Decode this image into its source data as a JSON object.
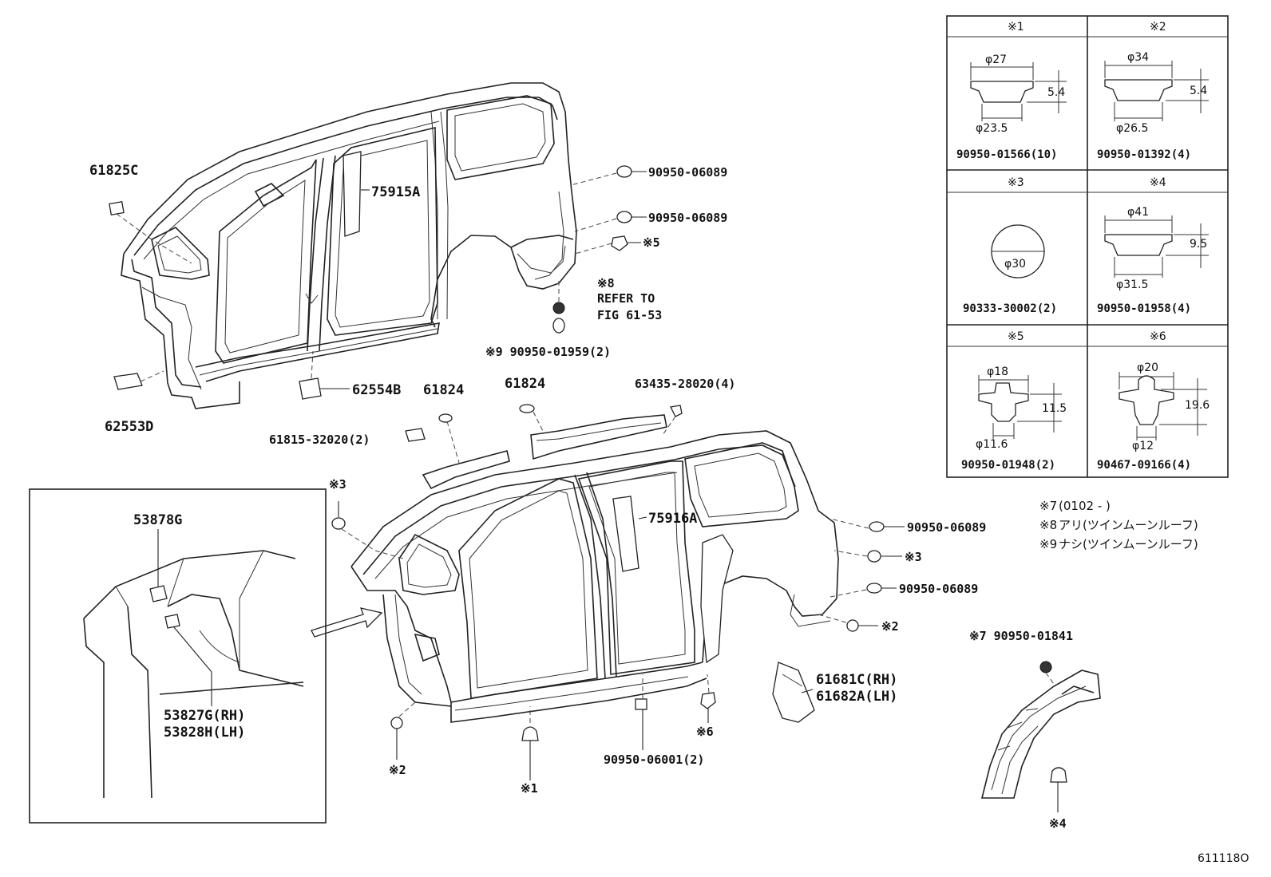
{
  "labels": {
    "p61825c": "61825C",
    "p75915a": "75915A",
    "p62553d": "62553D",
    "p62554b": "62554B",
    "p61824a": "61824",
    "p61824b": "61824",
    "p63435": "63435-28020(4)",
    "p61815": "61815-32020(2)",
    "p90950_06089_a": "90950-06089",
    "p90950_06089_b": "90950-06089",
    "ref5": "※5",
    "ref8_title": "※8",
    "ref8_line1": "REFER TO",
    "ref8_line2": "FIG 61-53",
    "ref9_pn": "※9 90950-01959(2)",
    "p75916a": "75916A",
    "ref3_left": "※3",
    "p90950_06089_c": "90950-06089",
    "ref3_right": "※3",
    "p90950_06089_d": "90950-06089",
    "ref2_right": "※2",
    "p61681c": "61681C(RH)",
    "p61682a": "61682A(LH)",
    "ref6": "※6",
    "p90950_06001": "90950-06001(2)",
    "ref2_bottom": "※2",
    "ref1_bottom": "※1",
    "ref7_pn": "※7 90950-01841",
    "ref4_bottom": "※4",
    "inset_top": "53878G",
    "inset_rh": "53827G(RH)",
    "inset_lh": "53828H(LH)",
    "fig_code": "611118O"
  },
  "table": [
    {
      "ref": "※1",
      "pn": "90950-01566(10)",
      "d_top": "φ27",
      "d_bot": "φ23.5",
      "h": "5.4"
    },
    {
      "ref": "※2",
      "pn": "90950-01392(4)",
      "d_top": "φ34",
      "d_bot": "φ26.5",
      "h": "5.4"
    },
    {
      "ref": "※3",
      "pn": "90333-30002(2)",
      "d": "φ30"
    },
    {
      "ref": "※4",
      "pn": "90950-01958(4)",
      "d_top": "φ41",
      "d_bot": "φ31.5",
      "h": "9.5"
    },
    {
      "ref": "※5",
      "pn": "90950-01948(2)",
      "d_top": "φ18",
      "d_bot": "φ11.6",
      "h": "11.5"
    },
    {
      "ref": "※6",
      "pn": "90467-09166(4)",
      "d_top": "φ20",
      "d_bot": "φ12",
      "h": "19.6"
    }
  ],
  "notes": [
    {
      "ref": "※7",
      "text": "(0102 -        )"
    },
    {
      "ref": "※8",
      "text": "アリ(ツインムーンルーフ)"
    },
    {
      "ref": "※9",
      "text": "ナシ(ツインムーンルーフ)"
    }
  ]
}
